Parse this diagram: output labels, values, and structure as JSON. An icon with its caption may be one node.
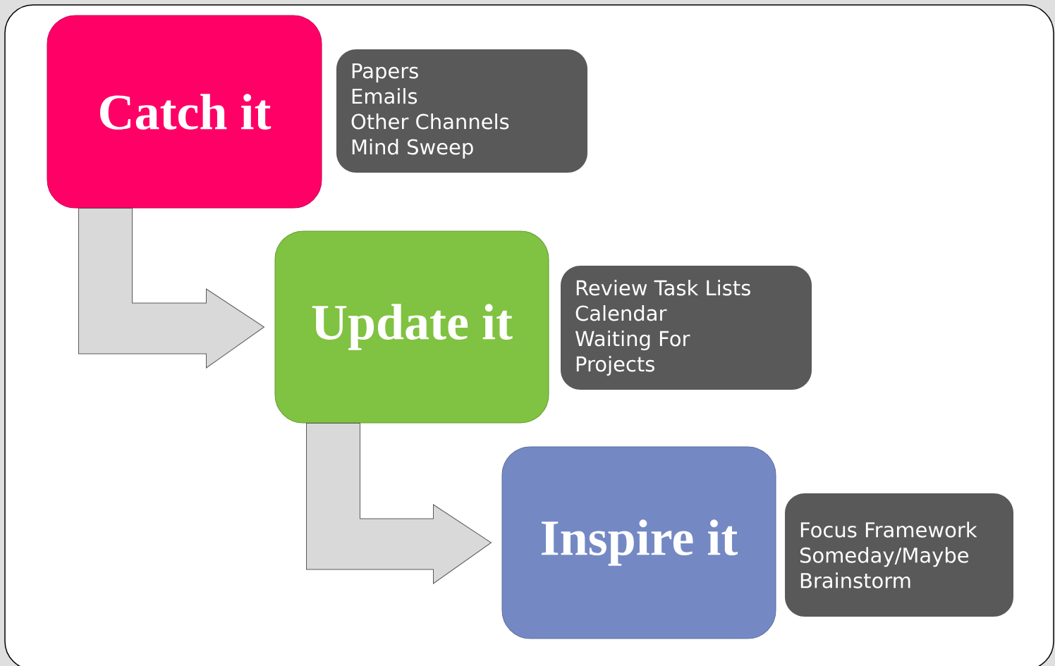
{
  "diagram": {
    "nodes": [
      {
        "text": [
          "Catch it"
        ]
      },
      {
        "text": [
          "Papers",
          "Emails",
          "Other Channels",
          "Mind Sweep"
        ]
      },
      {
        "text": [
          "Update it"
        ]
      },
      {
        "text": [
          "Review Task Lists",
          "Calendar",
          "Waiting For",
          "Projects"
        ]
      },
      {
        "text": [
          "Inspire it"
        ]
      },
      {
        "text": [
          "Focus Framework",
          "Someday/Maybe",
          "Brainstorm"
        ]
      }
    ],
    "edges": [
      {
        "from": 0,
        "to": 2,
        "arrow": "to"
      },
      {
        "from": 2,
        "to": 4,
        "arrow": "to"
      }
    ]
  }
}
